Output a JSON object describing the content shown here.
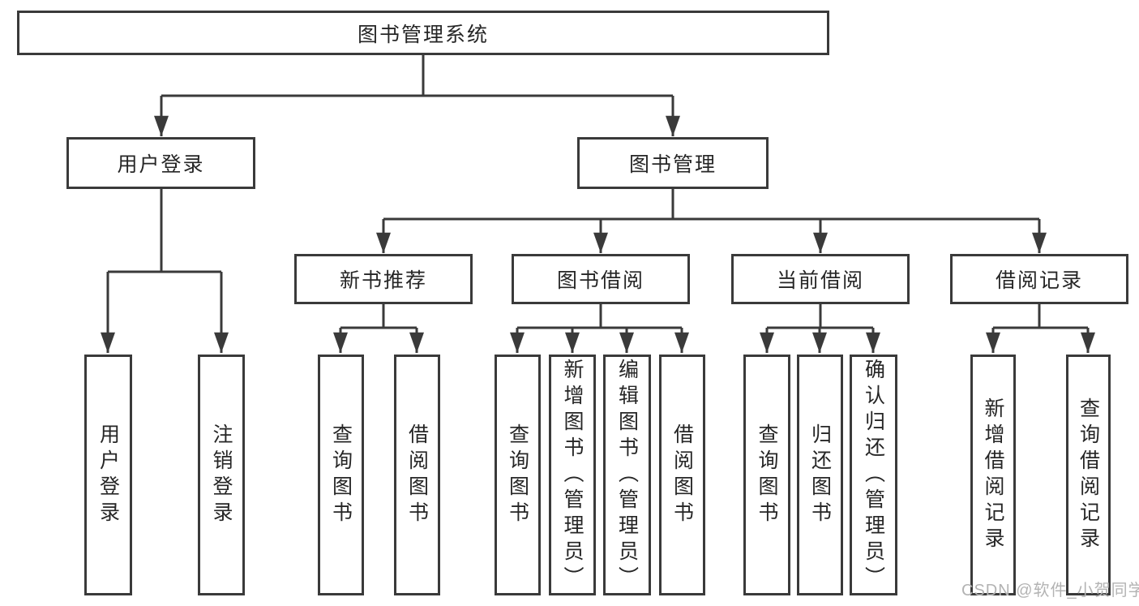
{
  "diagram": {
    "title": "图书管理系统",
    "watermark": "CSDN @软件_小贺同学",
    "colors": {
      "line": "#3a3a3a",
      "text": "#262626",
      "box_background": "#ffffff",
      "watermark": "#b3b3b3"
    },
    "nodes": {
      "root": {
        "label": "图书管理系统"
      },
      "user_login_group": {
        "label": "用户登录"
      },
      "book_mgmt": {
        "label": "图书管理"
      },
      "new_book_rec": {
        "label": "新书推荐"
      },
      "book_borrow": {
        "label": "图书借阅"
      },
      "current_borrow": {
        "label": "当前借阅"
      },
      "borrow_records": {
        "label": "借阅记录"
      },
      "user_login": {
        "label": "用户登录"
      },
      "logout": {
        "label": "注销登录"
      },
      "query_book_1": {
        "label": "查询图书"
      },
      "borrow_book_1": {
        "label": "借阅图书"
      },
      "query_book_2": {
        "label": "查询图书"
      },
      "add_book": {
        "label": "新增图书（管理员）"
      },
      "edit_book": {
        "label": "编辑图书（管理员）"
      },
      "borrow_book_2": {
        "label": "借阅图书"
      },
      "query_book_3": {
        "label": "查询图书"
      },
      "return_book": {
        "label": "归还图书"
      },
      "confirm_return": {
        "label": "确认归还（管理员）"
      },
      "add_borrow_record": {
        "label": "新增借阅记录"
      },
      "query_borrow_record": {
        "label": "查询借阅记录"
      }
    },
    "edges": [
      {
        "from": "root",
        "to": "user_login_group"
      },
      {
        "from": "root",
        "to": "book_mgmt"
      },
      {
        "from": "user_login_group",
        "to": "user_login"
      },
      {
        "from": "user_login_group",
        "to": "logout"
      },
      {
        "from": "book_mgmt",
        "to": "new_book_rec"
      },
      {
        "from": "book_mgmt",
        "to": "book_borrow"
      },
      {
        "from": "book_mgmt",
        "to": "current_borrow"
      },
      {
        "from": "book_mgmt",
        "to": "borrow_records"
      },
      {
        "from": "new_book_rec",
        "to": "query_book_1"
      },
      {
        "from": "new_book_rec",
        "to": "borrow_book_1"
      },
      {
        "from": "book_borrow",
        "to": "query_book_2"
      },
      {
        "from": "book_borrow",
        "to": "add_book"
      },
      {
        "from": "book_borrow",
        "to": "edit_book"
      },
      {
        "from": "book_borrow",
        "to": "borrow_book_2"
      },
      {
        "from": "current_borrow",
        "to": "query_book_3"
      },
      {
        "from": "current_borrow",
        "to": "return_book"
      },
      {
        "from": "current_borrow",
        "to": "confirm_return"
      },
      {
        "from": "borrow_records",
        "to": "add_borrow_record"
      },
      {
        "from": "borrow_records",
        "to": "query_borrow_record"
      }
    ]
  }
}
